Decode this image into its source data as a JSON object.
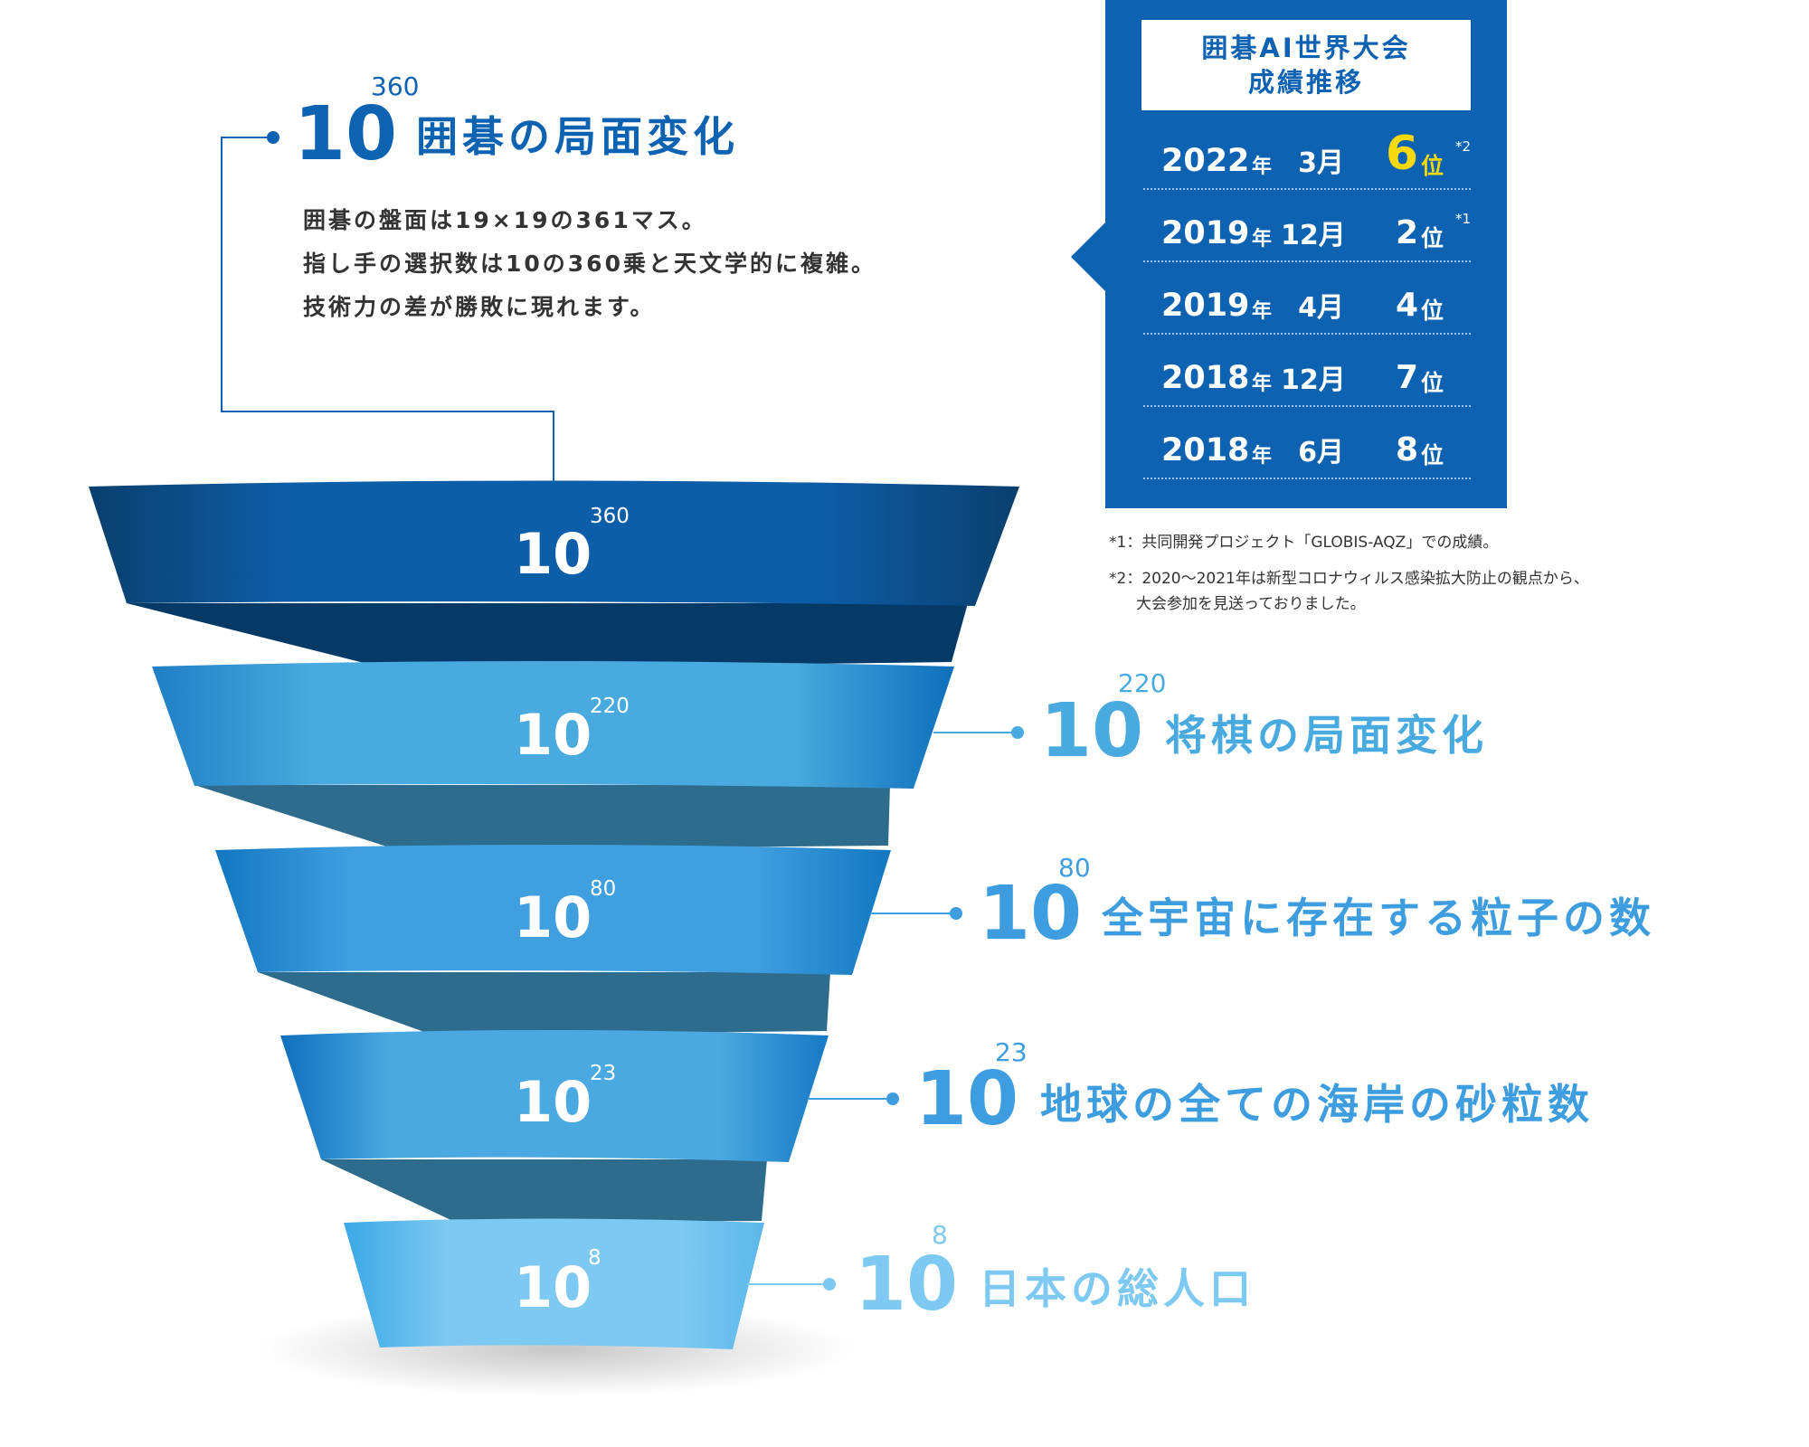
{
  "headline": {
    "base": "10",
    "exponent": "360",
    "label": "囲碁の局面変化",
    "description": [
      "囲碁の盤面は19×19の361マス。",
      "指し手の選択数は10の360乗と天文学的に複雑。",
      "技術力の差が勝敗に現れます。"
    ]
  },
  "tiers": [
    {
      "base": "10",
      "exponent": "360"
    },
    {
      "base": "10",
      "exponent": "220",
      "label": "将棋の局面変化"
    },
    {
      "base": "10",
      "exponent": "80",
      "label": "全宇宙に存在する粒子の数"
    },
    {
      "base": "10",
      "exponent": "23",
      "label": "地球の全ての海岸の砂粒数"
    },
    {
      "base": "10",
      "exponent": "8",
      "label": "日本の総人口"
    }
  ],
  "ranking": {
    "title_line1": "囲碁AI世界大会",
    "title_line2": "成績推移",
    "year_suffix": "年",
    "rank_suffix": "位",
    "rows": [
      {
        "year": "2022",
        "month": "3月",
        "rank": "6",
        "note": "*2",
        "highlight": true
      },
      {
        "year": "2019",
        "month": "12月",
        "rank": "2",
        "note": "*1",
        "highlight": false
      },
      {
        "year": "2019",
        "month": "4月",
        "rank": "4",
        "note": "",
        "highlight": false
      },
      {
        "year": "2018",
        "month": "12月",
        "rank": "7",
        "note": "",
        "highlight": false
      },
      {
        "year": "2018",
        "month": "6月",
        "rank": "8",
        "note": "",
        "highlight": false
      }
    ]
  },
  "footnotes": [
    "*1：共同開発プロジェクト「GLOBIS-AQZ」での成績。",
    "*2：2020〜2021年は新型コロナウィルス感染拡大防止の観点から、",
    "大会参加を見送っておりました。"
  ],
  "colors": {
    "tier1": "#0d62b1",
    "tier2": "#48aadf",
    "tier3": "#3d9ddf",
    "tier4": "#4aa9e0",
    "tier5": "#7dc9f2",
    "connector": "#2e6c8e",
    "highlight_rank": "#f6d90a"
  }
}
